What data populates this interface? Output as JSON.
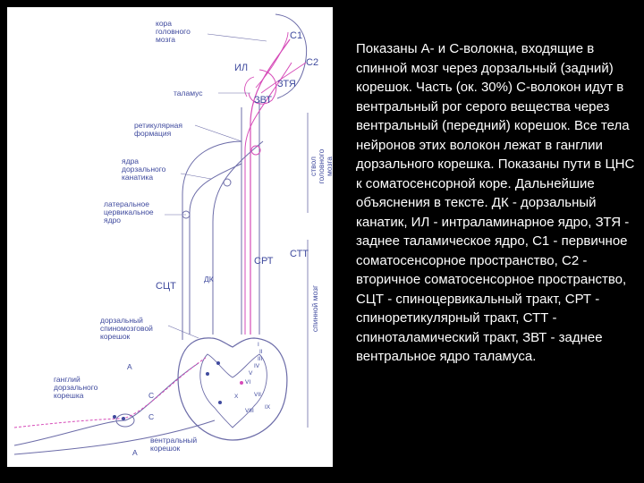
{
  "caption": "Показаны А- и С-волокна, входящие в спинной мозг через дорзальный (задний) корешок. Часть (ок. 30%) С-волокон идут в вентральный рог серого вещества через вентральный (передний) корешок. Все тела нейронов этих волокон лежат в ганглии дорзального корешка. Показаны пути в ЦНС к соматосенсорной коре. Дальнейшие объяснения в тексте. ДК - дорзальный канатик, ИЛ - интраламинарное ядро, ЗТЯ - заднее таламическое ядро, С1 - первичное соматосенсорное пространство, С2 - вторичное соматосенсорное пространство, СЦТ - спиноцервикальный тракт, СРТ - спиноретикулярный тракт, СТТ - спиноталамический тракт, ЗВТ - заднее вентральное ядро таламуса.",
  "diagram": {
    "labels": {
      "cortex": "кора\nголовного\nмозга",
      "c1": "С1",
      "c2": "С2",
      "il": "ИЛ",
      "thalamus": "таламус",
      "ztya": "ЗТЯ",
      "zvt": "ЗВТ",
      "reticular": "ретикулярная\nформация",
      "dorsal_nuclei": "ядра\nдорзального\nканатика",
      "lateral_cervical": "латеральное\nцервикальное\nядро",
      "brainstem": "ствол\nголовного\nмозга",
      "srt": "СРТ",
      "stt": "СТТ",
      "sct": "СЦТ",
      "dk": "ДК",
      "spinal_cord": "спинной мозг",
      "dorsal_spinomedullary_root": "дорзальный\nспиномозговой\nкорешок",
      "fiber_a_upper": "А",
      "dorsal_ganglion": "ганглий\nдорзального\nкорешка",
      "fiber_c_upper": "С",
      "fiber_c_lower": "С",
      "fiber_a_lower": "А",
      "ventral_root": "вентральный\nкорешок"
    },
    "laminae": [
      "I",
      "II",
      "III",
      "IV",
      "V",
      "VI",
      "VII",
      "VIII",
      "IX",
      "X"
    ]
  },
  "colors": {
    "background": "#000000",
    "panel": "#ffffff",
    "line": "#6c6ca8",
    "pink": "#d64bb8",
    "label": "#3f4a9e",
    "caption": "#ffffff"
  }
}
